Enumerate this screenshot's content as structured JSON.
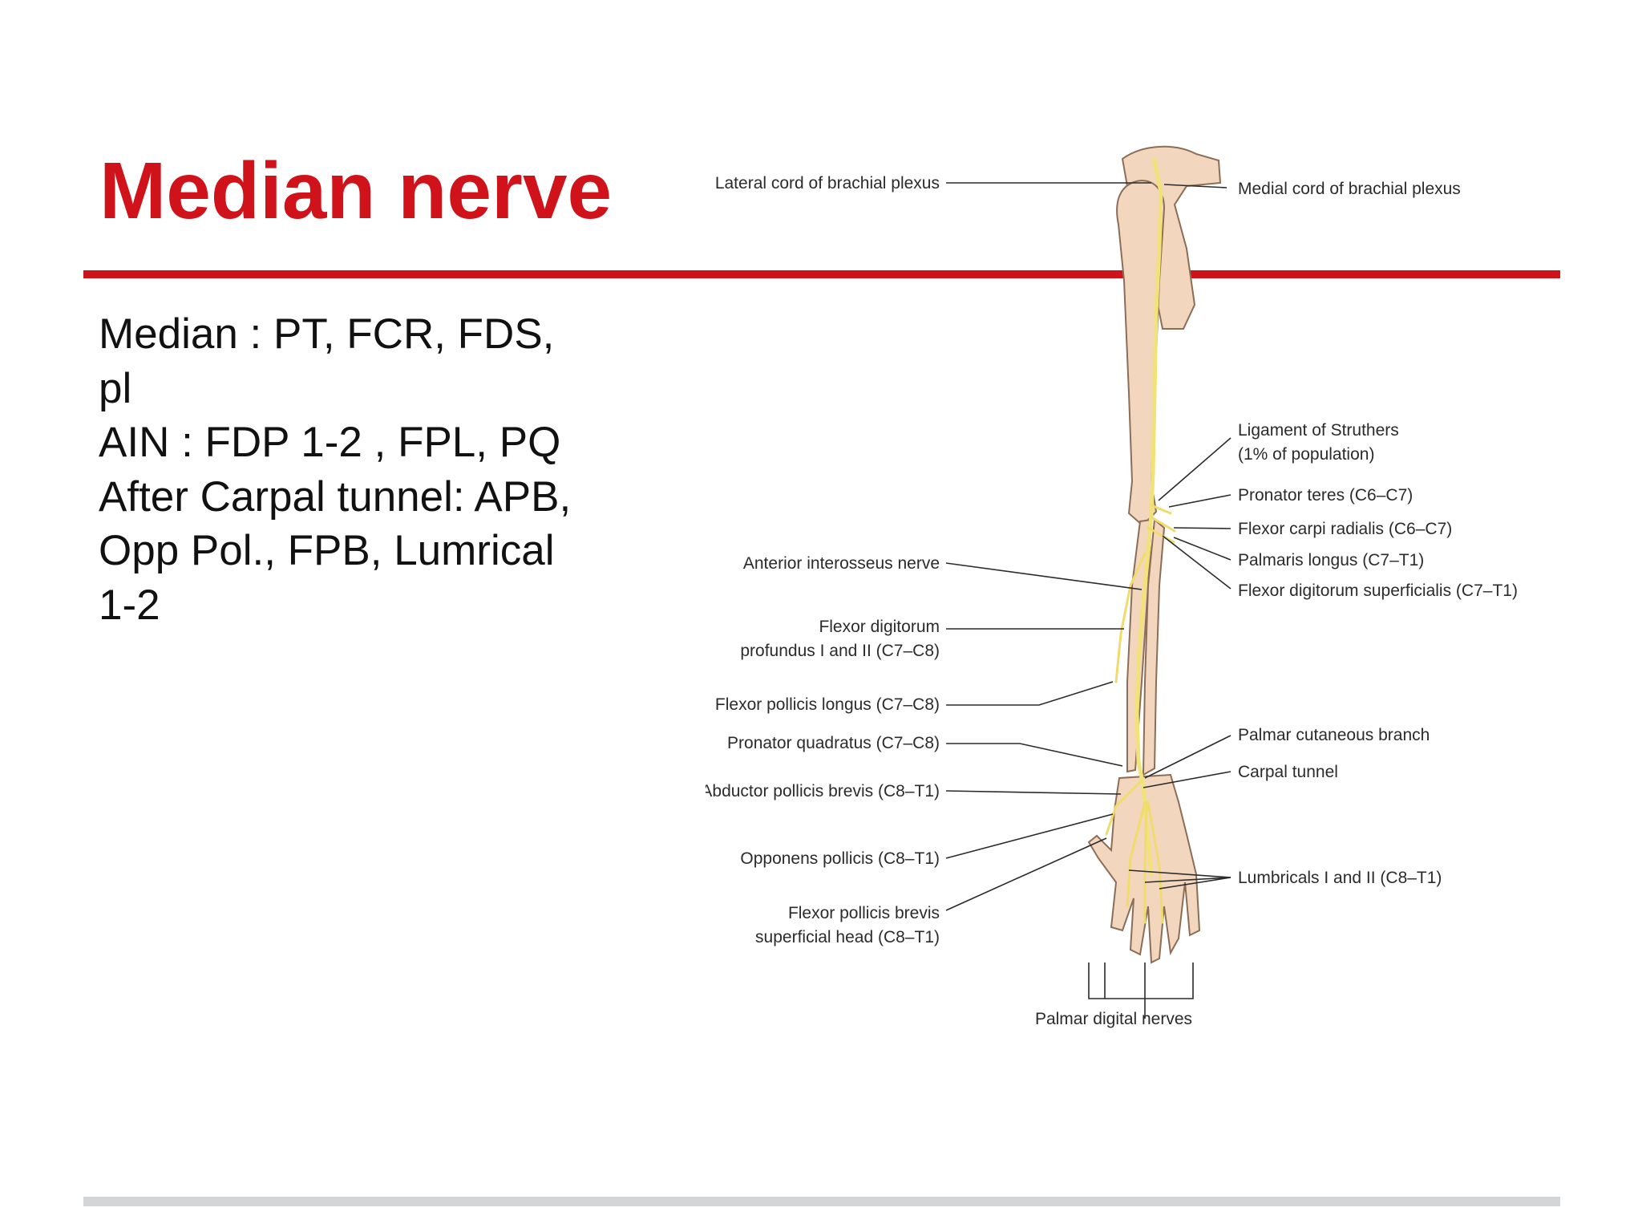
{
  "slide": {
    "title": "Median nerve",
    "body_lines": [
      "Median : PT, FCR, FDS,",
      "pl",
      "AIN : FDP 1-2 , FPL, PQ",
      "After Carpal tunnel: APB,",
      "Opp Pol., FPB, Lumrical",
      "1-2"
    ]
  },
  "diagram": {
    "labels_left": {
      "lateral_cord": "Lateral cord of brachial plexus",
      "anterior_interosseus": "Anterior interosseus nerve",
      "fdp_1": "Flexor digitorum",
      "fdp_2": "profundus I and II (C7–C8)",
      "fpl": "Flexor pollicis longus (C7–C8)",
      "pq": "Pronator quadratus (C7–C8)",
      "apb": "Abductor pollicis brevis (C8–T1)",
      "op": "Opponens pollicis (C8–T1)",
      "fpb_1": "Flexor pollicis brevis",
      "fpb_2": "superficial head (C8–T1)"
    },
    "labels_right": {
      "medial_cord": "Medial cord of brachial plexus",
      "struthers_1": "Ligament of Struthers",
      "struthers_2": "(1% of population)",
      "pt": "Pronator teres (C6–C7)",
      "fcr": "Flexor carpi radialis (C6–C7)",
      "pl": "Palmaris longus (C7–T1)",
      "fds": "Flexor digitorum superficialis (C7–T1)",
      "palmar_cutaneous": "Palmar cutaneous branch",
      "carpal_tunnel": "Carpal tunnel",
      "lumbricals": "Lumbricals I and II (C8–T1)"
    },
    "labels_bottom": {
      "palmar_digital": "Palmar digital nerves"
    },
    "colors": {
      "title": "#d0121b",
      "nerve": "#f2e27a",
      "bone": "#f3d6be"
    }
  }
}
